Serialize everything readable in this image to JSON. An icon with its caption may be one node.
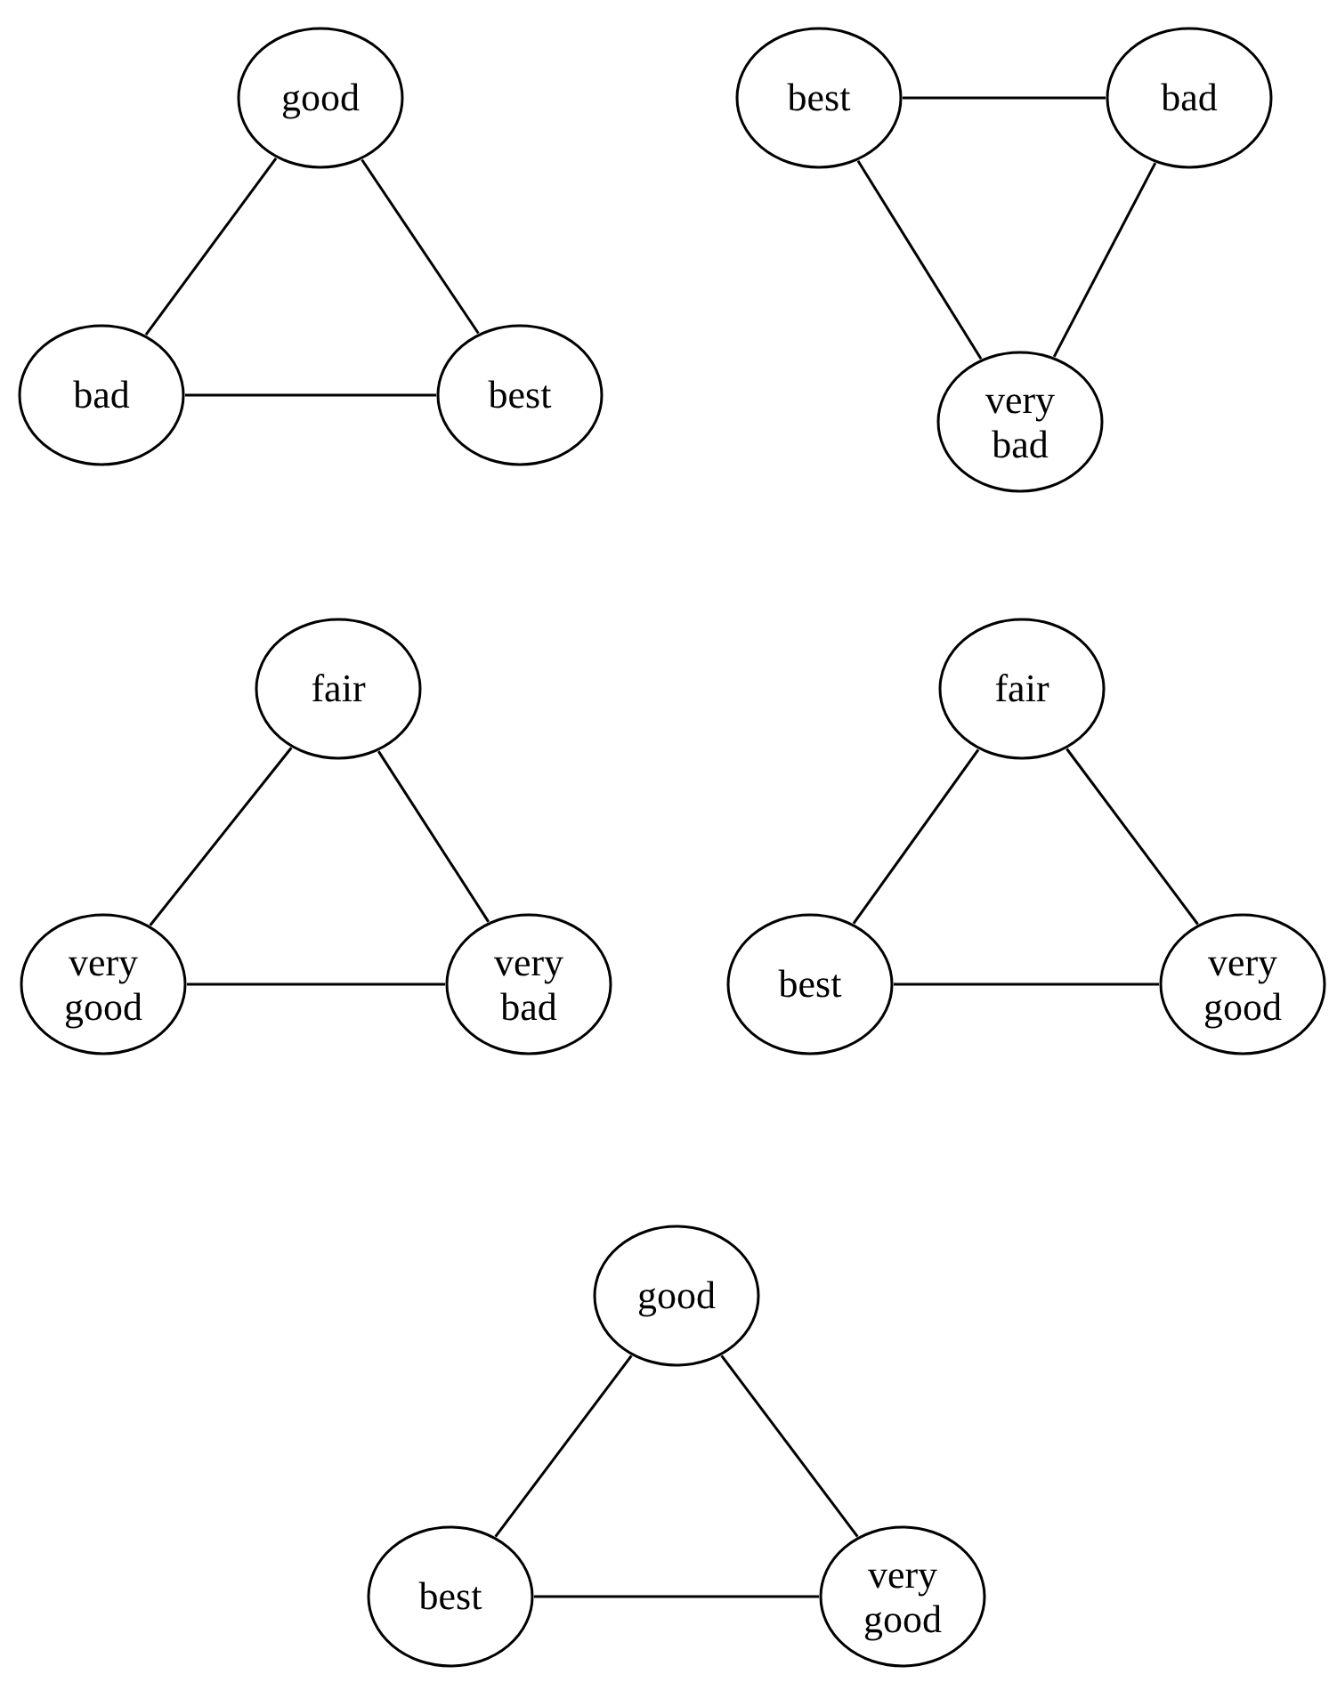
{
  "diagram": {
    "nodes": [
      {
        "text": [
          "good"
        ]
      },
      {
        "text": [
          "best"
        ]
      },
      {
        "text": [
          "bad"
        ]
      },
      {
        "text": [
          "bad"
        ]
      },
      {
        "text": [
          "best"
        ]
      },
      {
        "text": [
          "very bad"
        ]
      },
      {
        "text": [
          "fair"
        ]
      },
      {
        "text": [
          "fair"
        ]
      },
      {
        "text": [
          "very good"
        ]
      },
      {
        "text": [
          "very bad"
        ]
      },
      {
        "text": [
          "best"
        ]
      },
      {
        "text": [
          "very good"
        ]
      },
      {
        "text": [
          "good"
        ]
      },
      {
        "text": [
          "best"
        ]
      },
      {
        "text": [
          "very good"
        ]
      }
    ],
    "edges": [
      {
        "from": 0,
        "to": 3,
        "arrow": "none"
      },
      {
        "from": 0,
        "to": 4,
        "arrow": "none"
      },
      {
        "from": 3,
        "to": 4,
        "arrow": "none"
      },
      {
        "from": 1,
        "to": 2,
        "arrow": "none"
      },
      {
        "from": 1,
        "to": 5,
        "arrow": "none"
      },
      {
        "from": 2,
        "to": 5,
        "arrow": "none"
      },
      {
        "from": 6,
        "to": 8,
        "arrow": "none"
      },
      {
        "from": 6,
        "to": 9,
        "arrow": "none"
      },
      {
        "from": 8,
        "to": 9,
        "arrow": "none"
      },
      {
        "from": 7,
        "to": 10,
        "arrow": "none"
      },
      {
        "from": 7,
        "to": 11,
        "arrow": "none"
      },
      {
        "from": 10,
        "to": 11,
        "arrow": "none"
      },
      {
        "from": 12,
        "to": 13,
        "arrow": "none"
      },
      {
        "from": 12,
        "to": 14,
        "arrow": "none"
      },
      {
        "from": 13,
        "to": 14,
        "arrow": "none"
      }
    ]
  }
}
